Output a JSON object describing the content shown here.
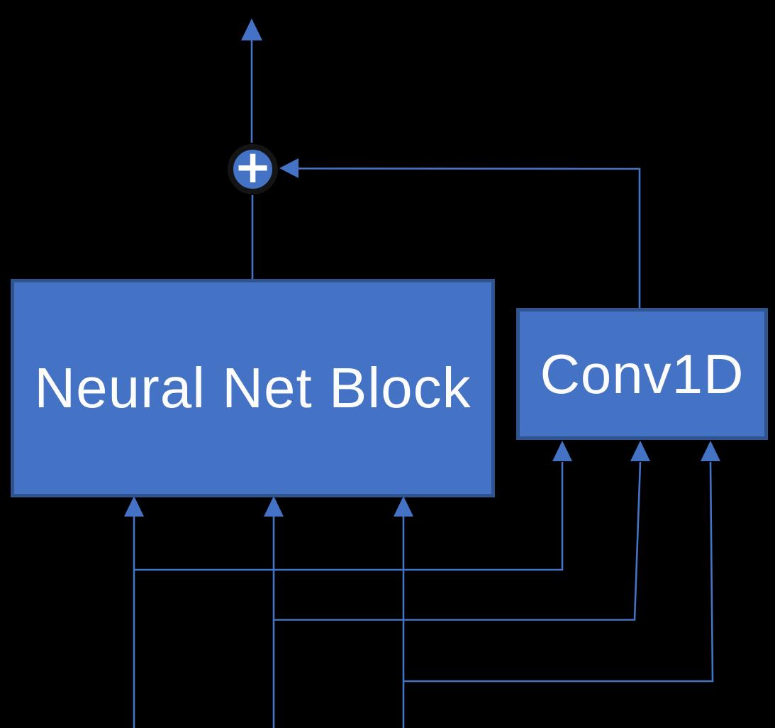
{
  "colors": {
    "background": "#000000",
    "accent": "#4472c4",
    "box_fill": "#4472c4",
    "box_border": "#2f5490",
    "operator_ring": "#141414",
    "text": "#fcfcfc"
  },
  "blocks": [
    {
      "label": "Neural Net Block"
    },
    {
      "label": "Conv1D"
    }
  ],
  "operator": {
    "symbol": "+",
    "name": "element-wise-add"
  }
}
